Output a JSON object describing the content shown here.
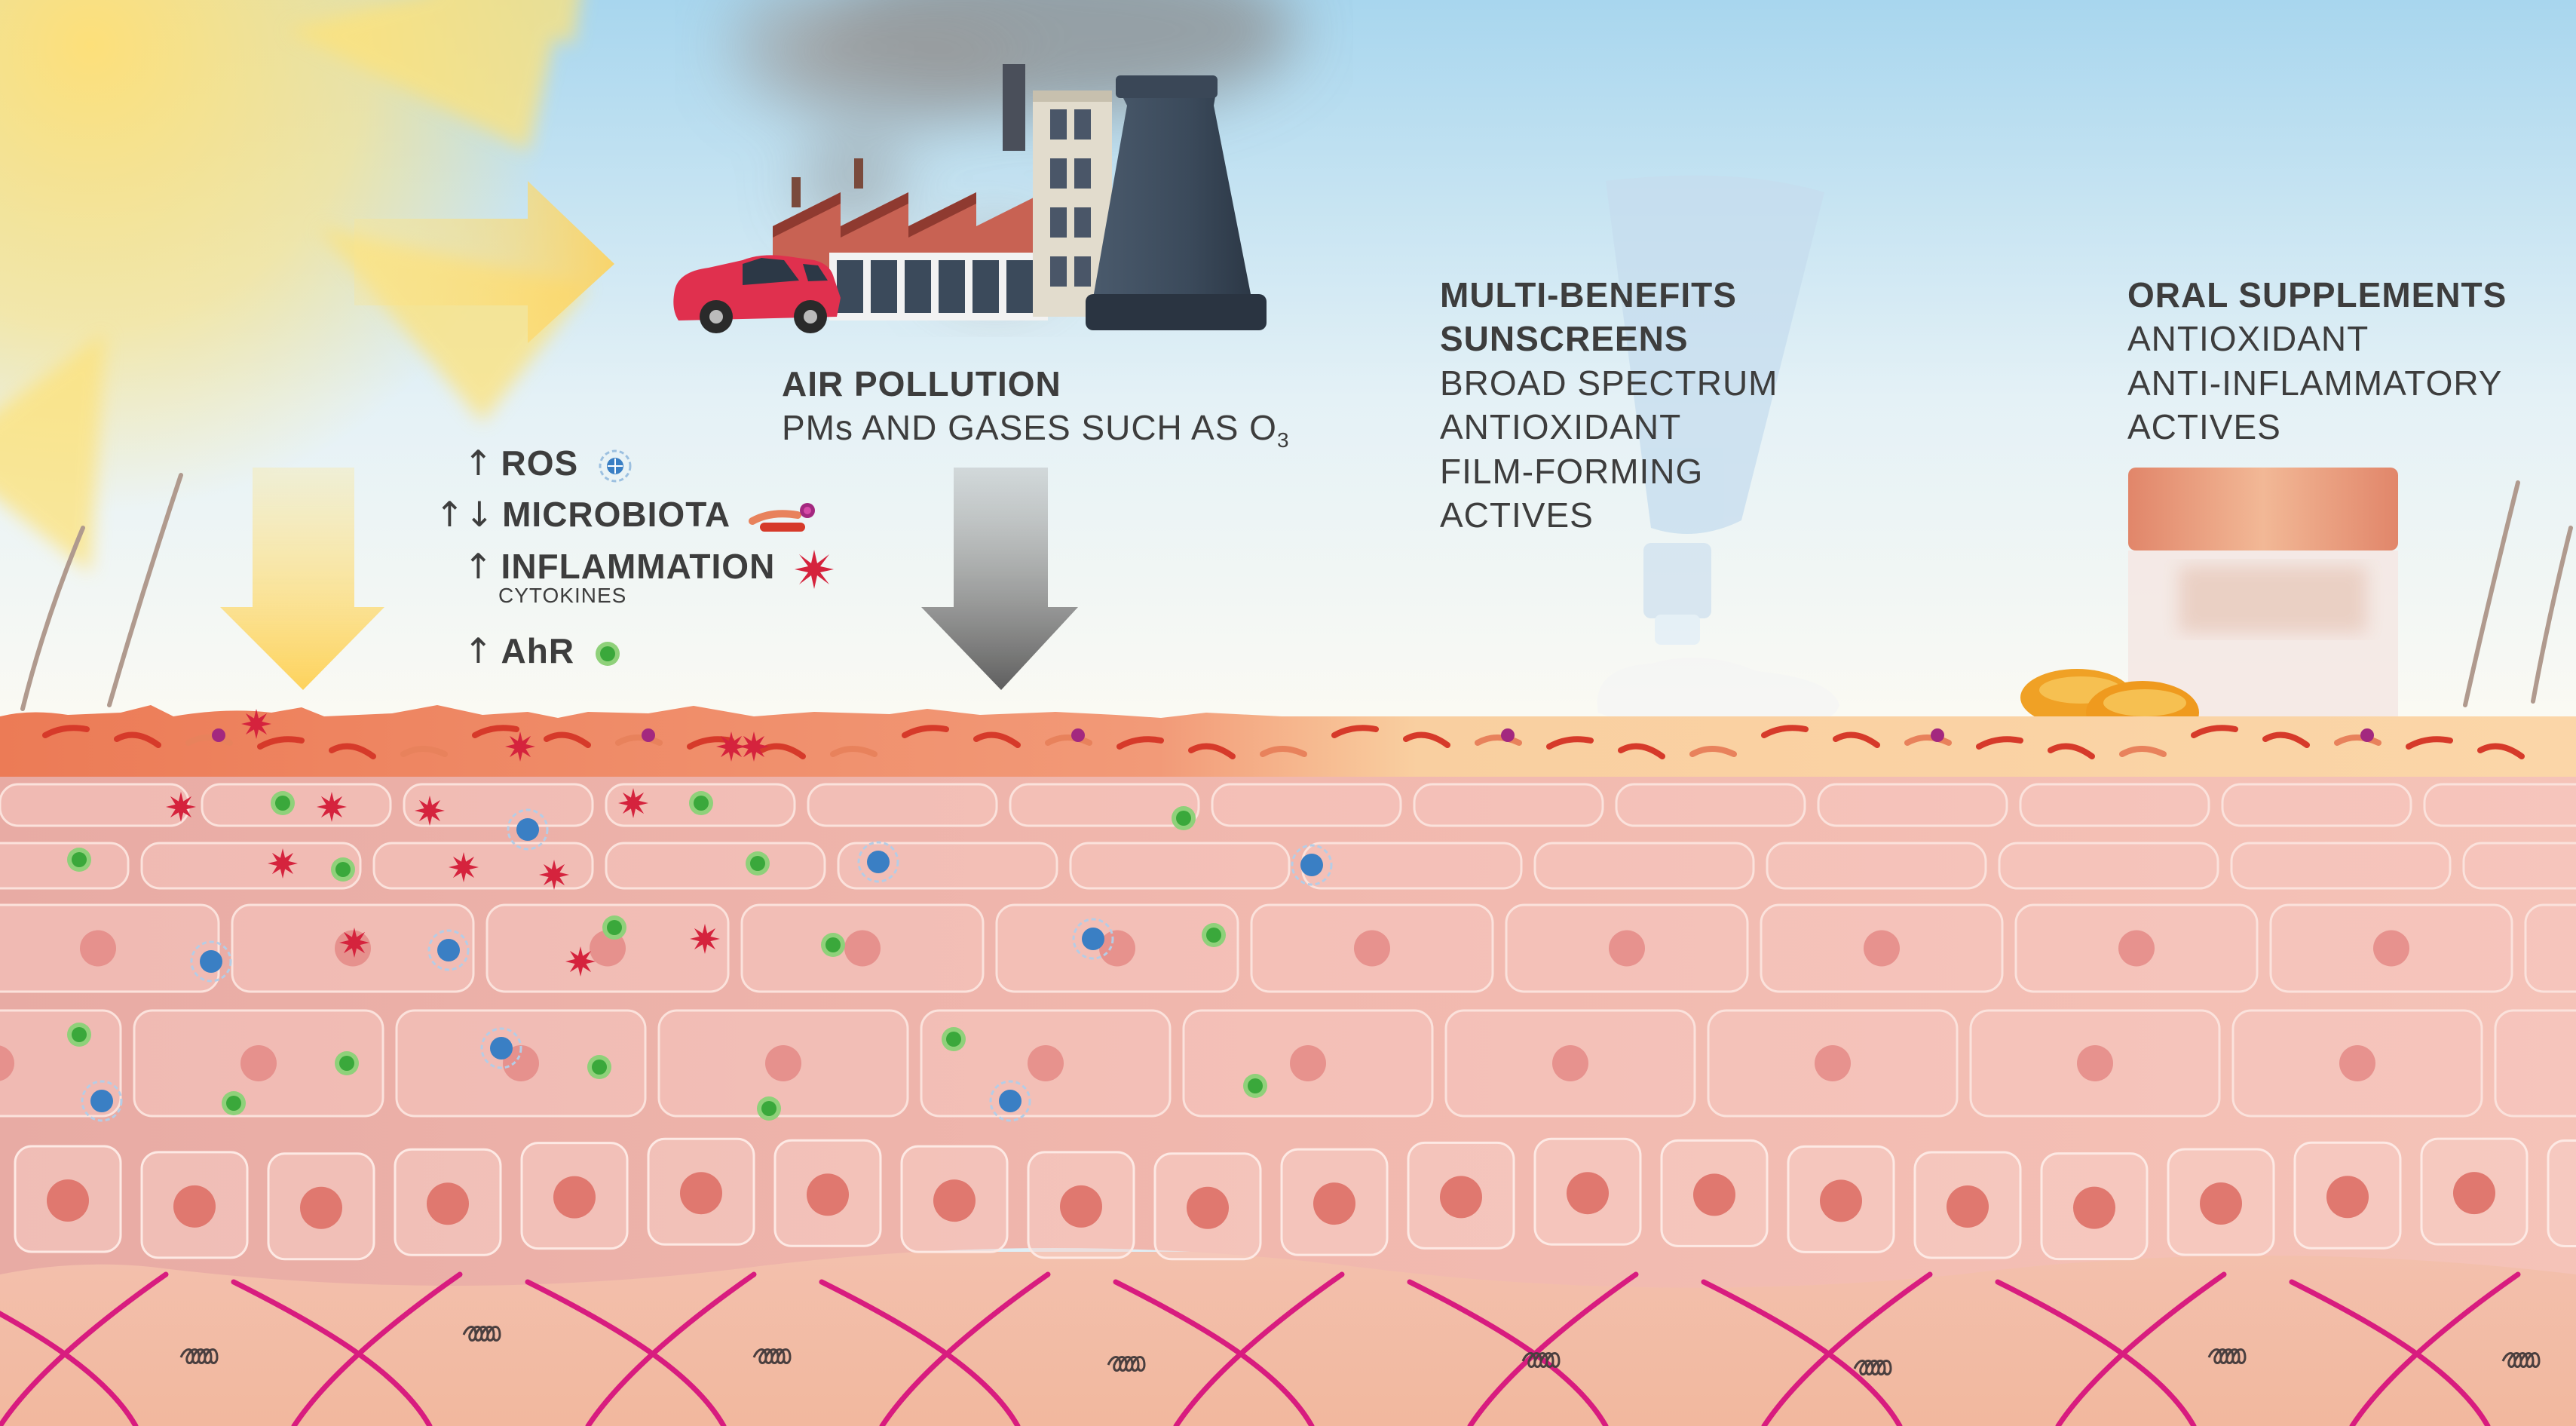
{
  "colors": {
    "sky_top": "#a9d7ee",
    "sky_bottom": "#fbfaf3",
    "sun": "#fddd6a",
    "polluted_skin": "#ef9a7a",
    "protected_skin": "#fbd4a6",
    "epidermis": "#f2b6ad",
    "collagen": "#d81c7f",
    "ros": "#3a7fc4",
    "inflammation": "#d5233d",
    "ahr": "#3aa83b",
    "text": "#3d3d3d"
  },
  "pollution": {
    "title": "AIR POLLUTION",
    "subtitle_main": "PMs AND GASES SUCH AS O",
    "subtitle_sub": "3"
  },
  "effects": {
    "ros": {
      "arrow": "↑",
      "label": "ROS",
      "icon": "ros-molecule-icon"
    },
    "microbiota": {
      "arrow": "↑↓",
      "label": "MICROBIOTA",
      "icon": "bacteria-icon"
    },
    "inflammation": {
      "arrow": "↑",
      "label": "INFLAMMATION",
      "sublabel": "CYTOKINES",
      "icon": "cytokine-star-icon"
    },
    "ahr": {
      "arrow": "↑",
      "label": "AhR",
      "icon": "ahr-dot-icon"
    }
  },
  "sunscreens": {
    "title_line1": "MULTI-BENEFITS",
    "title_line2": "SUNSCREENS",
    "items": [
      "BROAD SPECTRUM",
      "ANTIOXIDANT",
      "FILM-FORMING",
      "ACTIVES"
    ]
  },
  "supplements": {
    "title": "ORAL SUPPLEMENTS",
    "items": [
      "ANTIOXIDANT",
      "ANTI-INFLAMMATORY",
      "ACTIVES"
    ]
  }
}
